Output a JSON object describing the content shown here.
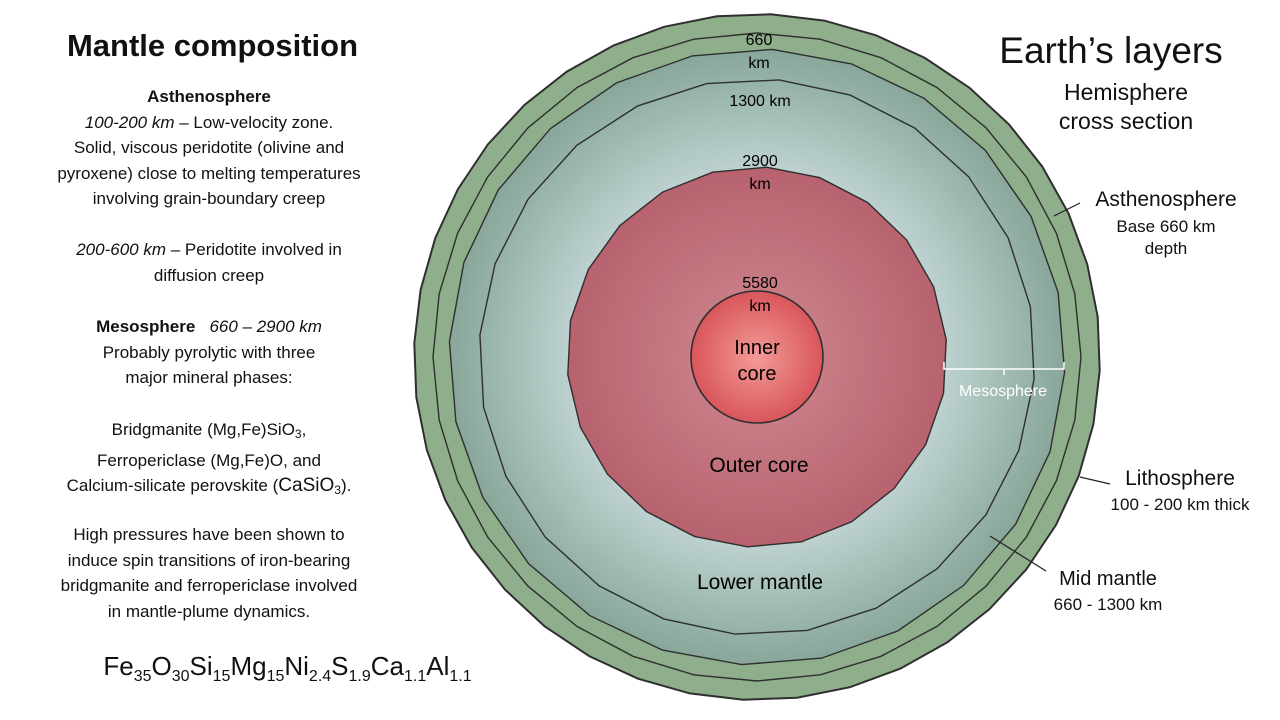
{
  "left": {
    "title": "Mantle composition",
    "asthenosphere": {
      "heading": "Asthenosphere",
      "depth1": "100-200 km",
      "text1": " – Low-velocity zone.",
      "text2": "Solid, viscous peridotite (olivine and",
      "text3": "pyroxene) close to melting temperatures",
      "text4": "involving grain-boundary creep",
      "depth2": "200-600 km",
      "text5": " – Peridotite involved in",
      "text6": "diffusion creep"
    },
    "mesosphere": {
      "heading": "Mesosphere",
      "depth": "660 – 2900 km",
      "text1": "Probably pyrolytic with three",
      "text2": "major mineral phases:"
    },
    "minerals": {
      "line1": "Bridgmanite (Mg,Fe)SiO",
      "line1_sub": "3",
      "line1_end": ",",
      "line2": "Ferropericlase (Mg,Fe)O, and",
      "line3": "Calcium-silicate perovskite (",
      "line3_formula": "CaSiO",
      "line3_sub": "3",
      "line3_end": ")."
    },
    "pressure": {
      "line1": "High pressures have been shown to",
      "line2": "induce spin transitions of iron-bearing",
      "line3": "bridgmanite and ferropericlase involved",
      "line4": "in  mantle-plume dynamics."
    },
    "formula": [
      {
        "el": "Fe",
        "n": "35"
      },
      {
        "el": "O",
        "n": "30"
      },
      {
        "el": "Si",
        "n": "15"
      },
      {
        "el": "Mg",
        "n": "15"
      },
      {
        "el": "Ni",
        "n": "2.4"
      },
      {
        "el": "S",
        "n": "1.9"
      },
      {
        "el": "Ca",
        "n": "1.1"
      },
      {
        "el": "Al",
        "n": "1.1"
      }
    ]
  },
  "right": {
    "title": "Earth’s layers",
    "subtitle_line1": "Hemisphere",
    "subtitle_line2": "cross section",
    "asthenosphere_title": "Asthenosphere",
    "asthenosphere_sub1": "Base  660 km",
    "asthenosphere_sub2": "depth",
    "lithosphere_title": "Lithosphere",
    "lithosphere_sub": "100 - 200 km thick",
    "midmantle_title": "Mid mantle",
    "midmantle_sub": "660 - 1300 km"
  },
  "diagram": {
    "label_660": "660",
    "label_660_unit": "km",
    "label_1300": "1300 km",
    "label_2900": "2900",
    "label_2900_unit": "km",
    "label_5580": "5580",
    "label_5580_unit": "km",
    "inner_core_1": "Inner",
    "inner_core_2": "core",
    "outer_core": "Outer core",
    "lower_mantle": "Lower mantle",
    "mesosphere": "Mesosphere"
  },
  "colors": {
    "lithosphere": "#8fae8c",
    "mantle_light": "#c3d6d6",
    "mantle_dark": "#86a396",
    "outer_core_light": "#d88a8e",
    "outer_core_dark": "#b86470",
    "inner_core_light": "#f08080",
    "inner_core_dark": "#d54a50",
    "line": "#2f2f2f"
  }
}
